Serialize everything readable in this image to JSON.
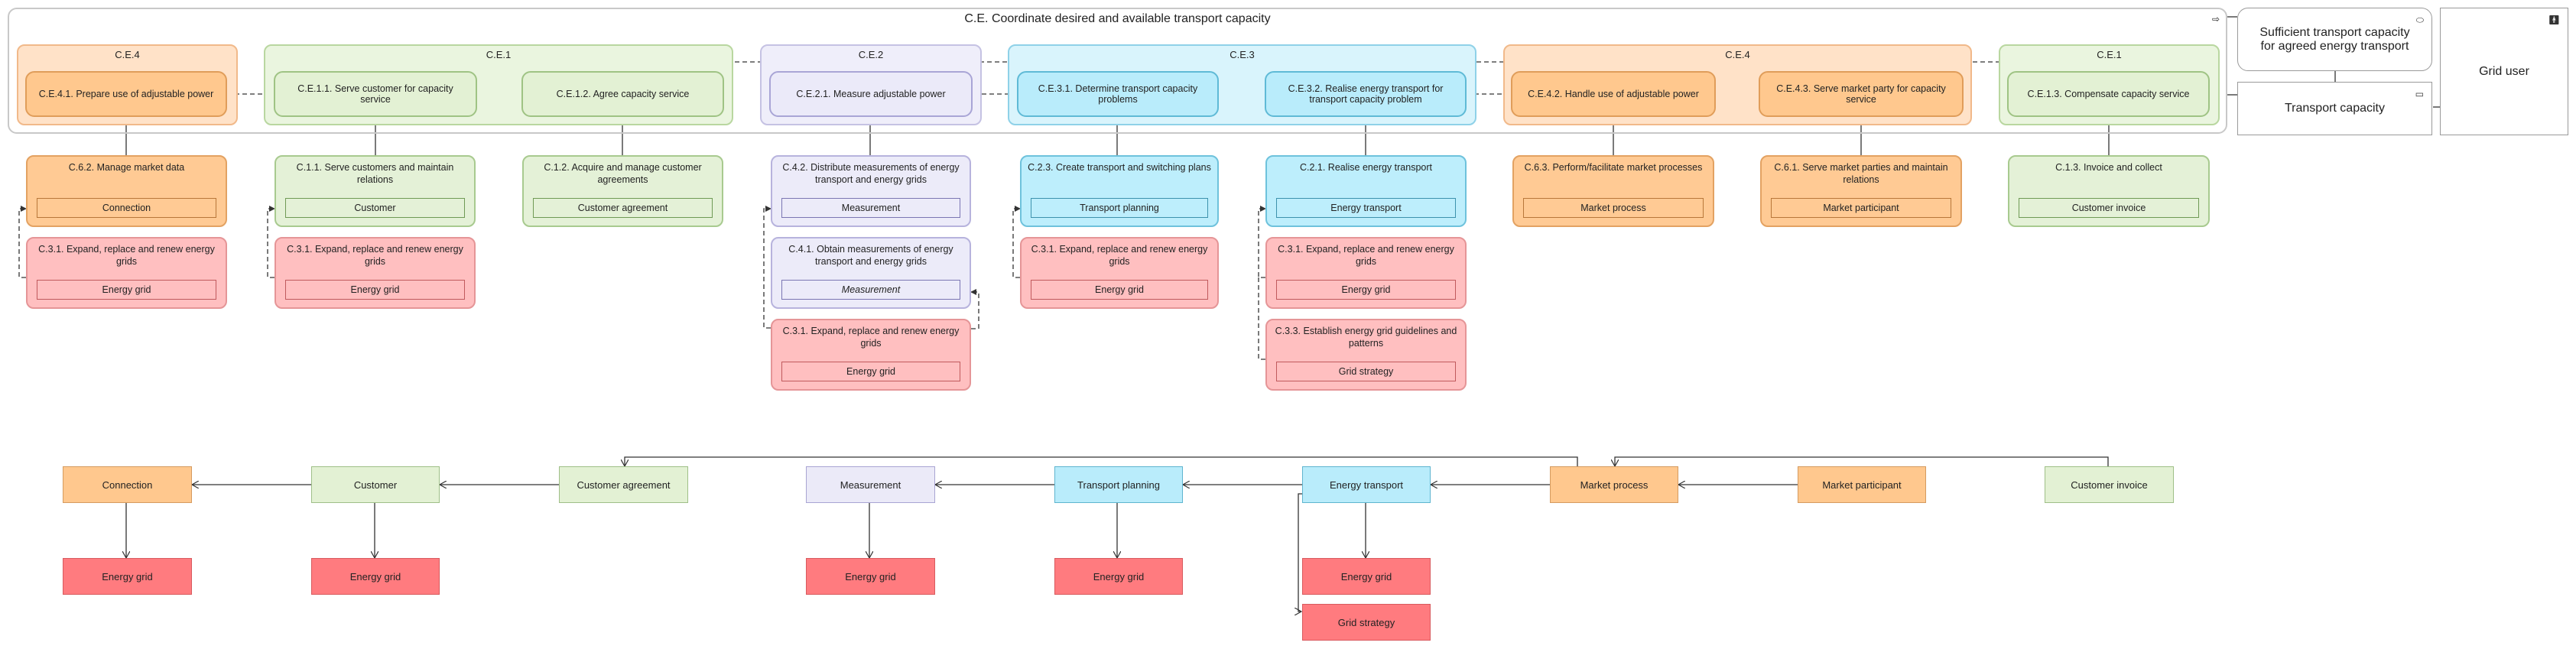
{
  "diagram": {
    "title": "C.E. Coordinate desired and available transport capacity",
    "groups": {
      "g_ce4_left": "C.E.4",
      "g_ce1_main": "C.E.1",
      "g_ce2": "C.E.2",
      "g_ce3": "C.E.3",
      "g_ce4_right": "C.E.4",
      "g_ce1_right": "C.E.1"
    },
    "functions": {
      "f_ce41": "C.E.4.1. Prepare use of adjustable power",
      "f_ce111": "C.E.1.1. Serve customer for capacity service",
      "f_ce112": "C.E.1.2. Agree capacity service",
      "f_ce21": "C.E.2.1. Measure adjustable power",
      "f_ce31": "C.E.3.1. Determine transport capacity problems",
      "f_ce32": "C.E.3.2. Realise energy transport for transport capacity problem",
      "f_ce42": "C.E.4.2. Handle use of adjustable power",
      "f_ce43": "C.E.4.3. Serve market party for capacity service",
      "f_ce13": "C.E.1.3. Compensate capacity service"
    },
    "cards": {
      "k_c62": {
        "title": "C.6.2. Manage market data",
        "object": "Connection"
      },
      "k_c11": {
        "title": "C.1.1. Serve customers and maintain relations",
        "object": "Customer"
      },
      "k_c12": {
        "title": "C.1.2. Acquire and manage customer agreements",
        "object": "Customer agreement"
      },
      "k_c42": {
        "title": "C.4.2. Distribute measurements of energy transport and energy grids",
        "object": "Measurement"
      },
      "k_c23": {
        "title": "C.2.3. Create transport and switching plans",
        "object": "Transport planning"
      },
      "k_c21": {
        "title": "C.2.1. Realise energy transport",
        "object": "Energy transport"
      },
      "k_c63": {
        "title": "C.6.3. Perform/facilitate market processes",
        "object": "Market process"
      },
      "k_c61": {
        "title": "C.6.1. Serve market parties and maintain relations",
        "object": "Market participant"
      },
      "k_c13": {
        "title": "C.1.3. Invoice and collect",
        "object": "Customer invoice"
      },
      "k_c31_a": {
        "title": "C.3.1. Expand, replace and renew energy grids",
        "object": "Energy grid"
      },
      "k_c31_b": {
        "title": "C.3.1. Expand, replace and renew energy grids",
        "object": "Energy grid"
      },
      "k_c41": {
        "title": "C.4.1. Obtain measurements of energy transport and energy grids",
        "object": "Measurement"
      },
      "k_c31_c": {
        "title": "C.3.1. Expand, replace and renew energy grids",
        "object": "Energy grid"
      },
      "k_c31_d": {
        "title": "C.3.1. Expand, replace and renew energy grids",
        "object": "Energy grid"
      },
      "k_c31_e": {
        "title": "C.3.1. Expand, replace and renew energy grids",
        "object": "Energy grid"
      },
      "k_c33": {
        "title": "C.3.3. Establish energy grid guidelines and patterns",
        "object": "Grid strategy"
      }
    },
    "external": {
      "goal": "Sufficient transport capacity for agreed energy transport",
      "service": "Transport capacity",
      "actor": "Grid user"
    },
    "entities": {
      "e_connection": "Connection",
      "e_customer": "Customer",
      "e_customer_agreement": "Customer agreement",
      "e_measurement": "Measurement",
      "e_transport_planning": "Transport planning",
      "e_energy_transport": "Energy transport",
      "e_market_process": "Market process",
      "e_market_participant": "Market participant",
      "e_customer_invoice": "Customer invoice",
      "e_grid_1": "Energy grid",
      "e_grid_2": "Energy grid",
      "e_grid_3": "Energy grid",
      "e_grid_4": "Energy grid",
      "e_grid_5": "Energy grid",
      "e_grid_strategy": "Grid strategy"
    }
  }
}
